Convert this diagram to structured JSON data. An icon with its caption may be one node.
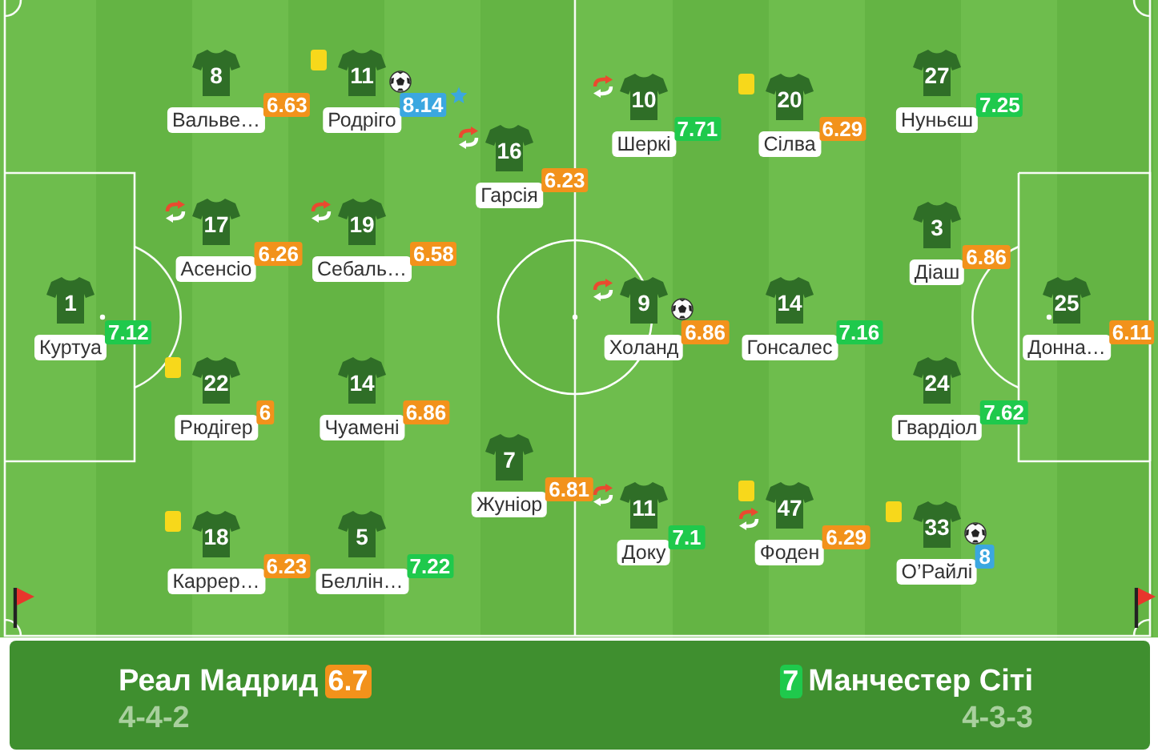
{
  "diagram": {
    "nodes": [
      {
        "text": [
          "1",
          "Куртуа",
          "7.12"
        ]
      },
      {
        "text": [
          "8",
          "Вальве…",
          "6.63"
        ]
      },
      {
        "text": [
          "11",
          "Родріго",
          "8.14"
        ]
      },
      {
        "text": [
          "16",
          "Гарсія",
          "6.23"
        ]
      },
      {
        "text": [
          "17",
          "Асенсіо",
          "6.26"
        ]
      },
      {
        "text": [
          "19",
          "Себаль…",
          "6.58"
        ]
      },
      {
        "text": [
          "22",
          "Рюдігер",
          "6"
        ]
      },
      {
        "text": [
          "14",
          "Чуамені",
          "6.86"
        ]
      },
      {
        "text": [
          "7",
          "Жуніор",
          "6.81"
        ]
      },
      {
        "text": [
          "18",
          "Каррер…",
          "6.23"
        ]
      },
      {
        "text": [
          "5",
          "Беллін…",
          "7.22"
        ]
      },
      {
        "text": [
          "10",
          "Шеркі",
          "7.71"
        ]
      },
      {
        "text": [
          "20",
          "Сілва",
          "6.29"
        ]
      },
      {
        "text": [
          "27",
          "Нуньєш",
          "7.25"
        ]
      },
      {
        "text": [
          "9",
          "Холанд",
          "6.86"
        ]
      },
      {
        "text": [
          "14",
          "Гонсалес",
          "7.16"
        ]
      },
      {
        "text": [
          "3",
          "Діаш",
          "6.86"
        ]
      },
      {
        "text": [
          "25",
          "Донна…",
          "6.11"
        ]
      },
      {
        "text": [
          "24",
          "Гвардіол",
          "7.62"
        ]
      },
      {
        "text": [
          "11",
          "Доку",
          "7.1"
        ]
      },
      {
        "text": [
          "47",
          "Фоден",
          "6.29"
        ]
      },
      {
        "text": [
          "33",
          "О’Райлі",
          "8"
        ]
      },
      {
        "text": [
          "Реал Мадрид",
          "6.7",
          "4-4-2",
          "7",
          "Манчестер Сіті",
          "4-3-3"
        ]
      }
    ]
  }
}
